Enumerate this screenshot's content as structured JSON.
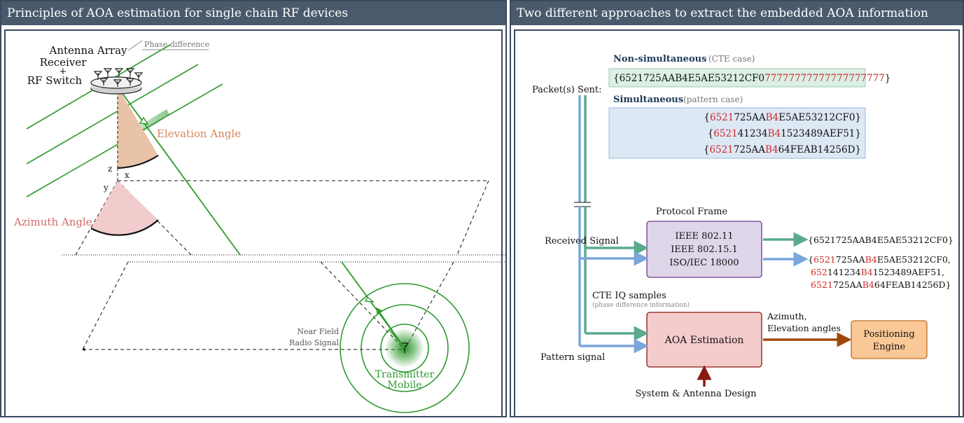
{
  "left": {
    "header": "Principles of AOA estimation for single chain RF devices",
    "antenna_array": "Antenna Array",
    "receiver": "Receiver",
    "plus": "+",
    "rf_switch": "RF Switch",
    "phase_difference": "Phase difference",
    "elevation_angle": "Elevation Angle",
    "azimuth_angle": "Azimuth Angle",
    "axis_z": "z",
    "axis_x": "x",
    "axis_y": "y",
    "near_field_1": "Near Field",
    "near_field_2": "Radio Signal",
    "transmitter_1": "Transmitter",
    "transmitter_2": "Mobile",
    "colors": {
      "green": "#2e9a2e",
      "elevation": "#d4875a",
      "azimuth": "#d46a6a"
    }
  },
  "right": {
    "header": "Two different approaches to extract the embedded AOA information",
    "packets_sent": "Packet(s) Sent:",
    "non_sim_title": "Non-simultaneous",
    "non_sim_case": "(CTE case)",
    "non_sim_black": "{6521725AAB4E5AE53212CF0",
    "non_sim_red": "77777777777777777777",
    "close_brace": "}",
    "sim_title": "Simultaneous",
    "sim_case": "(pattern case)",
    "sim_rows": [
      [
        {
          "t": "{",
          "c": "k"
        },
        {
          "t": "6521",
          "c": "r"
        },
        {
          "t": "725AA",
          "c": "k"
        },
        {
          "t": "B4",
          "c": "r"
        },
        {
          "t": "E5AE53212CF0}",
          "c": "k"
        }
      ],
      [
        {
          "t": "{",
          "c": "k"
        },
        {
          "t": "6521",
          "c": "r"
        },
        {
          "t": "41234",
          "c": "k"
        },
        {
          "t": "B4",
          "c": "r"
        },
        {
          "t": "1523489AEF51}",
          "c": "k"
        }
      ],
      [
        {
          "t": "{",
          "c": "k"
        },
        {
          "t": "6521",
          "c": "r"
        },
        {
          "t": "725AA",
          "c": "k"
        },
        {
          "t": "B4",
          "c": "r"
        },
        {
          "t": "64FEAB14256D}",
          "c": "k"
        }
      ]
    ],
    "protocol_frame": "Protocol Frame",
    "protocols": [
      "IEEE 802.11",
      "IEEE 802.15.1",
      "ISO/IEC 18000"
    ],
    "received_signal": "Received Signal",
    "out_cte": "{6521725AAB4E5AE53212CF0}",
    "out_rows": [
      [
        {
          "t": "{",
          "c": "k"
        },
        {
          "t": "6521",
          "c": "r"
        },
        {
          "t": "725AA",
          "c": "k"
        },
        {
          "t": "B4",
          "c": "r"
        },
        {
          "t": "E5AE53212CF0,",
          "c": "k"
        }
      ],
      [
        {
          "t": "652",
          "c": "r"
        },
        {
          "t": "141234",
          "c": "k"
        },
        {
          "t": "B4",
          "c": "r"
        },
        {
          "t": "1523489AEF51,",
          "c": "k"
        }
      ],
      [
        {
          "t": "6521",
          "c": "r"
        },
        {
          "t": "725AA",
          "c": "k"
        },
        {
          "t": "B4",
          "c": "r"
        },
        {
          "t": "64FEAB14256D}",
          "c": "k"
        }
      ]
    ],
    "cte_iq": "CTE IQ samples",
    "phase_info": "(phase difference information)",
    "aoa_estimation": "AOA Estimation",
    "azimuth_out_1": "Azimuth,",
    "azimuth_out_2": "Elevation angles",
    "positioning_1": "Positioning",
    "positioning_2": "Engine",
    "pattern_signal": "Pattern signal",
    "system_design": "System & Antenna Design",
    "colors": {
      "teal": "#5aaa8e",
      "blue": "#7aa6dc",
      "red": "#cc2a2a",
      "brown": "#a0480a",
      "darkred": "#8a1a10"
    }
  }
}
